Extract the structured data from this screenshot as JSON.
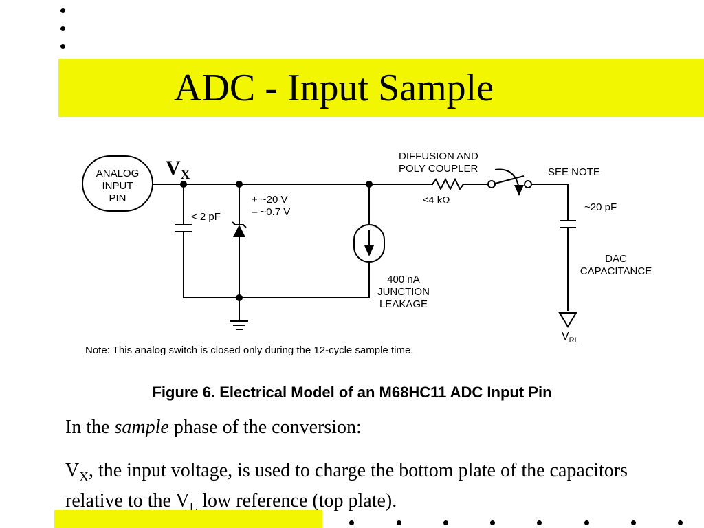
{
  "slide": {
    "title": "ADC - Input Sample",
    "bullets_left_count": 3,
    "bullets_bottom_count": 8,
    "accent_color": "#f2f600"
  },
  "figure": {
    "caption": "Figure 6. Electrical Model of an M68HC11 ADC Input Pin",
    "labels": {
      "vx_main": "V",
      "vx_sub": "X",
      "analog_line1": "ANALOG",
      "analog_line2": "INPUT",
      "analog_line3": "PIN",
      "cap_in": "< 2 pF",
      "zener_pos": "+ ~20 V",
      "zener_neg": "– ~0.7 V",
      "diffusion_line1": "DIFFUSION AND",
      "diffusion_line2": "POLY COUPLER",
      "resistor": "≤4 kΩ",
      "see_note": "SEE NOTE",
      "dac_cap": "~20 pF",
      "dac_line1": "DAC",
      "dac_line2": "CAPACITANCE",
      "leak_line1": "400 nA",
      "leak_line2": "JUNCTION",
      "leak_line3": "LEAKAGE",
      "vrl_main": "V",
      "vrl_sub": "RL",
      "note": "Note: This analog switch is closed only during the 12-cycle sample time."
    }
  },
  "body": {
    "p1_before": "In the ",
    "p1_italic": "sample",
    "p1_after": " phase of the conversion:",
    "p2_v": "V",
    "p2_v_sub": "X",
    "p2_mid": ", the input voltage, is used to charge the bottom plate of the capacitors relative to the V",
    "p2_l_sub": "L",
    "p2_end": " low reference (top plate)."
  }
}
